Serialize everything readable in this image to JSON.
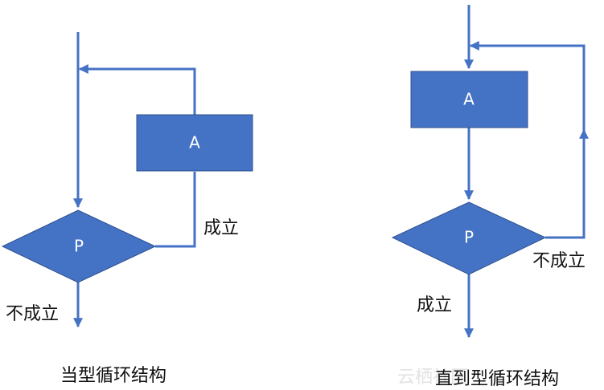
{
  "colors": {
    "shape_fill": "#4472C4",
    "shape_stroke": "#2F528F",
    "line": "#4472C4",
    "text": "#111111"
  },
  "while_loop": {
    "process_label": "A",
    "decision_label": "P",
    "true_label": "成立",
    "false_label": "不成立",
    "caption": "当型循环结构"
  },
  "until_loop": {
    "process_label": "A",
    "decision_label": "P",
    "true_label": "成立",
    "false_label": "不成立",
    "caption": "直到型循环结构"
  },
  "watermark": "云栖社区"
}
